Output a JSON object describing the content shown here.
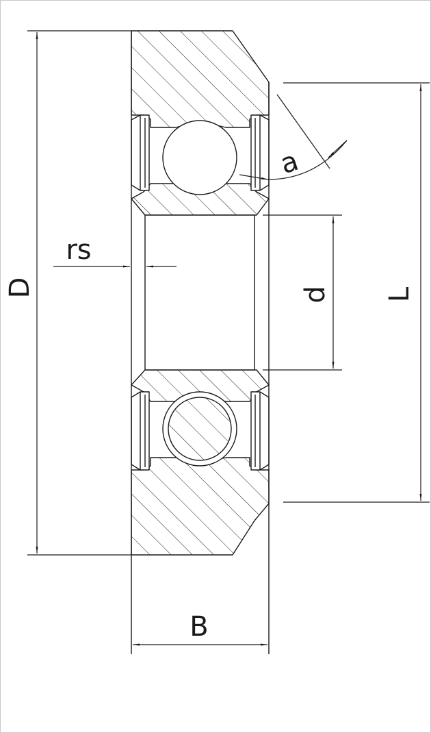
{
  "diagram": {
    "labels": {
      "outer_diameter": "D",
      "bore_diameter": "d",
      "width": "B",
      "chamfer": "rs",
      "contact_angle": "a",
      "length": "L"
    },
    "colors": {
      "line": "#1a1a1a",
      "frame": "#c8c8c8",
      "background": "#ffffff"
    }
  }
}
